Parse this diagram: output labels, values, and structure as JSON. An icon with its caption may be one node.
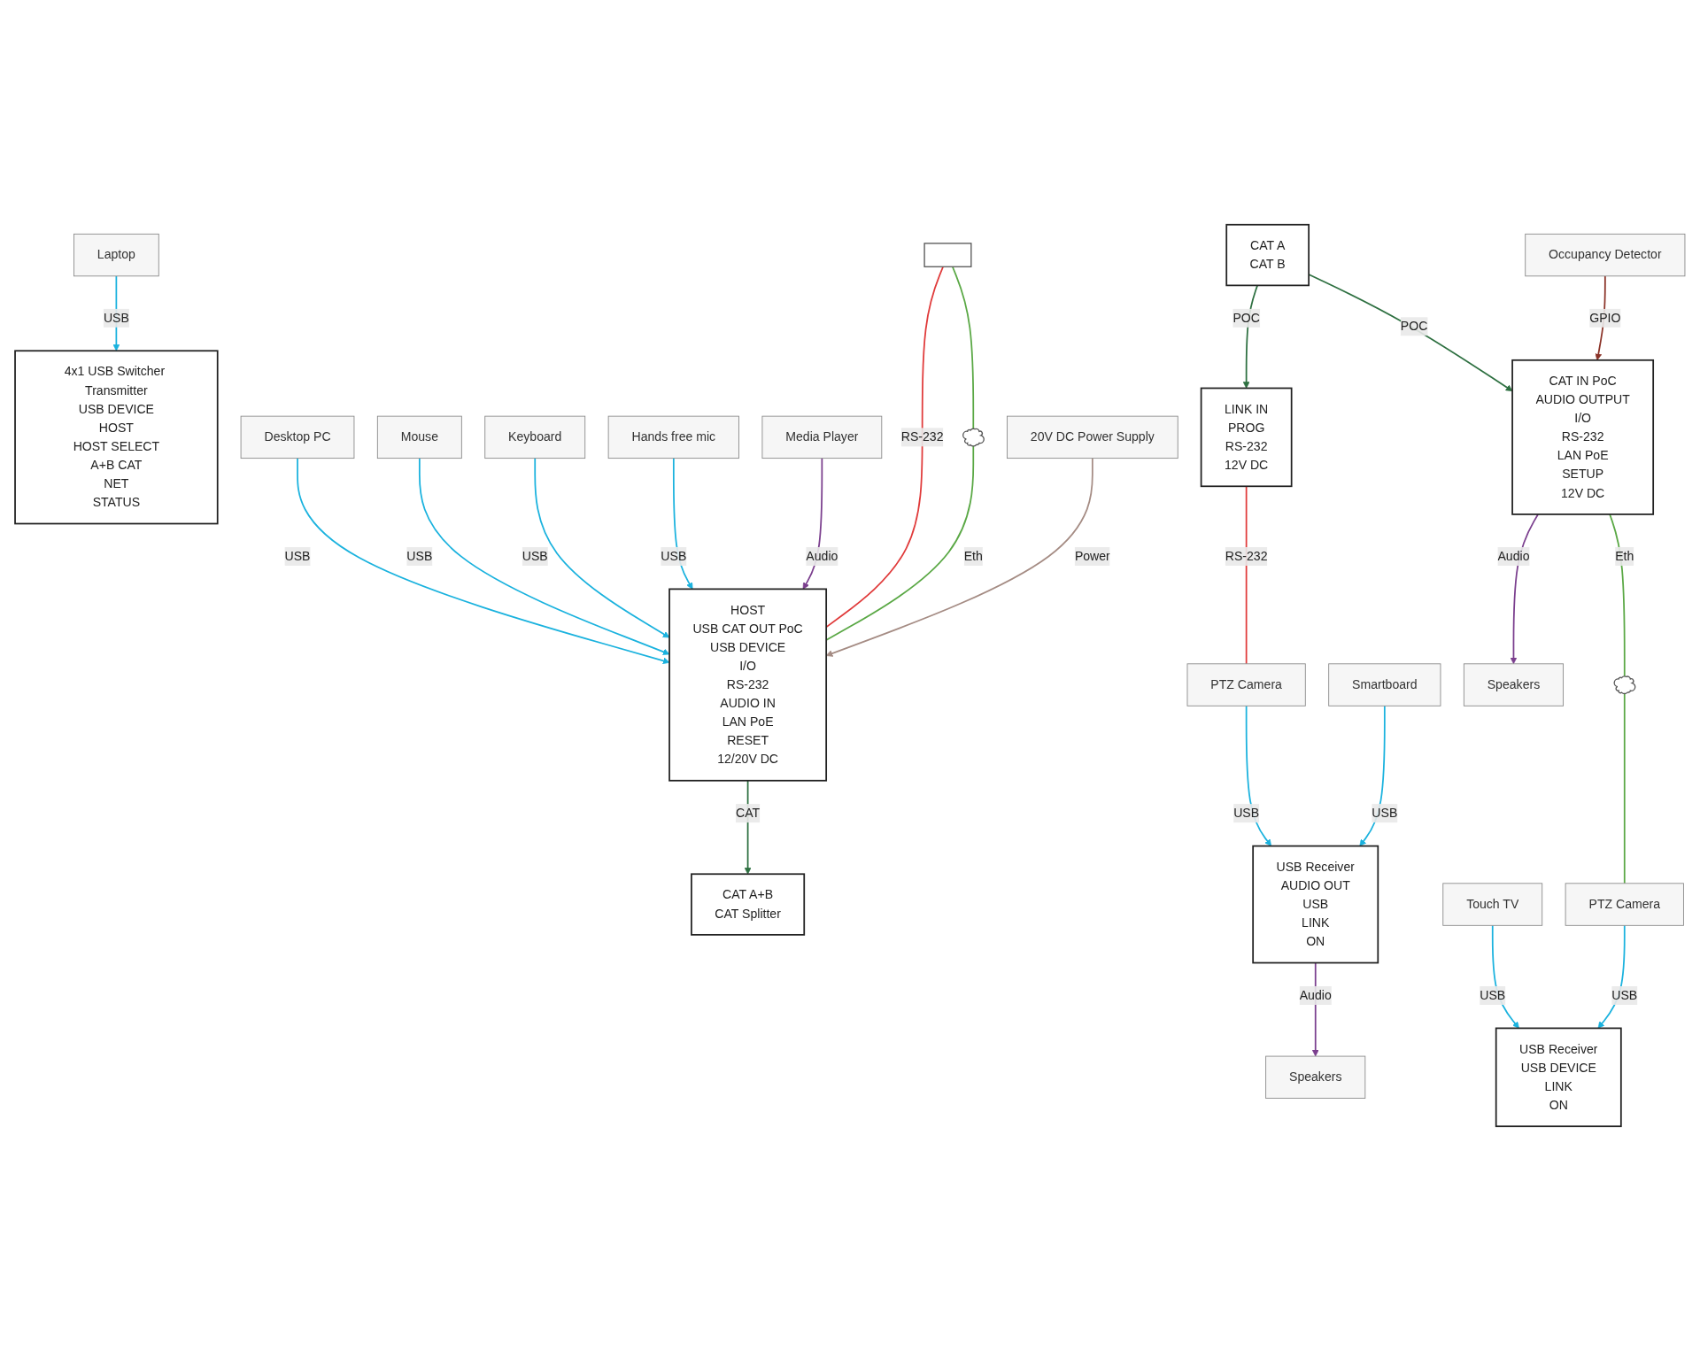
{
  "diagram": {
    "nodes": [
      {
        "text": [
          "4x1 USB Switcher Transmitter",
          "USB DEVICE",
          "HOST",
          "HOST SELECT",
          "A+B CAT",
          "NET",
          "STATUS"
        ]
      },
      {
        "text": [
          "HOST",
          "USB CAT OUT PoC",
          "USB DEVICE",
          "I/O",
          "RS-232",
          "AUDIO IN",
          "LAN PoE",
          "RESET",
          "12/20V DC"
        ]
      },
      {
        "text": [
          "CAT A",
          "CAT B"
        ]
      },
      {
        "text": [
          "CAT A+B",
          "CAT Splitter"
        ]
      },
      {
        "text": [
          "LINK IN",
          "PROG",
          "RS-232",
          "12V DC"
        ]
      },
      {
        "text": [
          "USB Receiver",
          "AUDIO OUT",
          "USB",
          "LINK",
          "ON"
        ]
      },
      {
        "text": [
          "CAT IN PoC",
          "AUDIO OUTPUT",
          "I/O",
          "RS-232",
          "LAN PoE",
          "SETUP",
          "12V DC"
        ]
      },
      {
        "text": [
          "USB Receiver",
          "USB DEVICE",
          "LINK",
          "ON"
        ]
      },
      {
        "text": [
          "Desktop PC"
        ]
      },
      {
        "text": [
          "Laptop"
        ]
      },
      {
        "text": [
          "Mouse"
        ]
      },
      {
        "text": [
          "Keyboard"
        ]
      },
      {
        "text": [
          "Hands free mic"
        ]
      },
      {
        "text": [
          "Media Player"
        ]
      },
      {
        "text": [],
        "shape": "box"
      },
      {
        "text": [],
        "shape": "cloud"
      },
      {
        "text": [
          "20V DC Power Supply"
        ]
      },
      {
        "text": [
          "Speakers"
        ]
      },
      {
        "text": [
          "PTZ Camera"
        ]
      },
      {
        "text": [
          "Smartboard"
        ]
      },
      {
        "text": [
          "Occupancy Detector"
        ]
      },
      {
        "text": [
          "Speakers"
        ]
      },
      {
        "text": [
          "Touch TV"
        ]
      },
      {
        "text": [
          "PTZ Camera"
        ]
      },
      {
        "text": [],
        "shape": "cloud"
      }
    ],
    "edges": [
      {
        "from": 9,
        "to": 0,
        "arrow": "to",
        "label": "USB"
      },
      {
        "from": 8,
        "to": 1,
        "arrow": "to",
        "label": "USB"
      },
      {
        "from": 10,
        "to": 1,
        "arrow": "to",
        "label": "USB"
      },
      {
        "from": 11,
        "to": 1,
        "arrow": "to",
        "label": "USB"
      },
      {
        "from": 12,
        "to": 1,
        "arrow": "to",
        "label": "USB"
      },
      {
        "from": 13,
        "to": 1,
        "arrow": "to",
        "label": "Audio",
        "color": "#7b3f8e"
      },
      {
        "from": 14,
        "to": 1,
        "arrow": "none",
        "label": "RS-232",
        "color": "#e03a3a"
      },
      {
        "from": 14,
        "to": 15,
        "arrow": "none",
        "color": "#5aa845"
      },
      {
        "from": 15,
        "to": 1,
        "arrow": "none",
        "label": "Eth",
        "color": "#5aa845"
      },
      {
        "from": 16,
        "to": 1,
        "arrow": "to",
        "label": "Power",
        "color": "#a58c84"
      },
      {
        "from": 1,
        "to": 3,
        "arrow": "to",
        "label": "CAT",
        "color": "#2e7041"
      },
      {
        "from": 2,
        "to": 4,
        "arrow": "to",
        "label": "POC",
        "color": "#2e7041"
      },
      {
        "from": 2,
        "to": 6,
        "arrow": "to",
        "label": "POC",
        "color": "#2e7041"
      },
      {
        "from": 5,
        "to": 17,
        "arrow": "to",
        "label": "Audio",
        "color": "#7b3f8e"
      },
      {
        "from": 4,
        "to": 18,
        "arrow": "none",
        "label": "RS-232",
        "color": "#e03a3a"
      },
      {
        "from": 18,
        "to": 5,
        "arrow": "to",
        "label": "USB"
      },
      {
        "from": 19,
        "to": 5,
        "arrow": "to",
        "label": "USB"
      },
      {
        "from": 20,
        "to": 6,
        "arrow": "to",
        "label": "GPIO",
        "color": "#8b3328"
      },
      {
        "from": 6,
        "to": 21,
        "arrow": "to",
        "label": "Audio",
        "color": "#7b3f8e"
      },
      {
        "from": 22,
        "to": 7,
        "arrow": "to",
        "label": "USB"
      },
      {
        "from": 23,
        "to": 7,
        "arrow": "to",
        "label": "USB"
      },
      {
        "from": 6,
        "to": 24,
        "arrow": "none",
        "label": "Eth",
        "color": "#5aa845"
      },
      {
        "from": 24,
        "to": 23,
        "arrow": "none",
        "color": "#5aa845"
      }
    ]
  }
}
